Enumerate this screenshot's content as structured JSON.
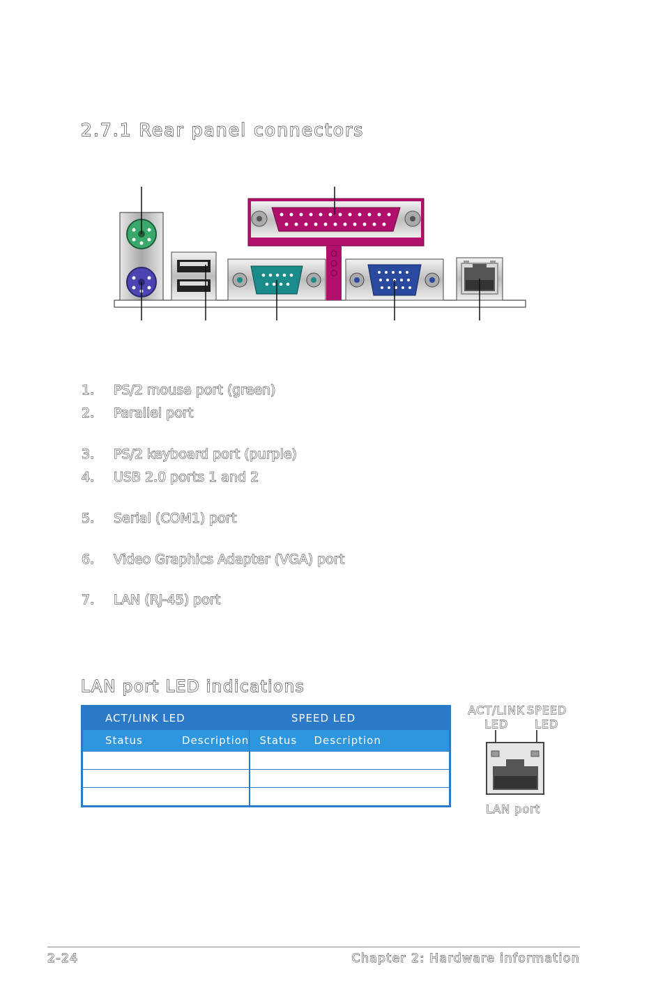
{
  "section": {
    "title": "2.7.1    Rear panel connectors"
  },
  "connectors": [
    {
      "num": "1.",
      "label": "PS/2 mouse port (green)"
    },
    {
      "num": "2.",
      "label": "Parallel port"
    },
    {
      "num": "3.",
      "label": "PS/2 keyboard port (purple)"
    },
    {
      "num": "4.",
      "label": "USB 2.0 ports 1 and 2"
    },
    {
      "num": "5.",
      "label": "Serial (COM1) port"
    },
    {
      "num": "6.",
      "label": "Video Graphics Adapter (VGA) port"
    },
    {
      "num": "7.",
      "label": "LAN (RJ-45) port"
    }
  ],
  "led_section": {
    "title": "LAN port LED indications",
    "act_link_header": "ACT/LINK LED",
    "speed_header": "SPEED LED",
    "col_status_1": "Status",
    "col_desc_1": "Description",
    "col_status_2": "Status",
    "col_desc_2": "Description"
  },
  "lan_figure": {
    "act_label_line1": "ACT/LINK",
    "act_label_line2": "LED",
    "speed_label_line1": "SPEED",
    "speed_label_line2": "LED",
    "caption": "LAN port"
  },
  "colors": {
    "ps2_mouse": "#3aa86a",
    "ps2_keyboard": "#4a45b0",
    "parallel": "#b0106c",
    "serial": "#1a8a8a",
    "vga": "#2a4aa0",
    "table_header": "#2a7ac8"
  },
  "footer": {
    "page": "2-24",
    "chapter": "Chapter 2: Hardware information"
  }
}
